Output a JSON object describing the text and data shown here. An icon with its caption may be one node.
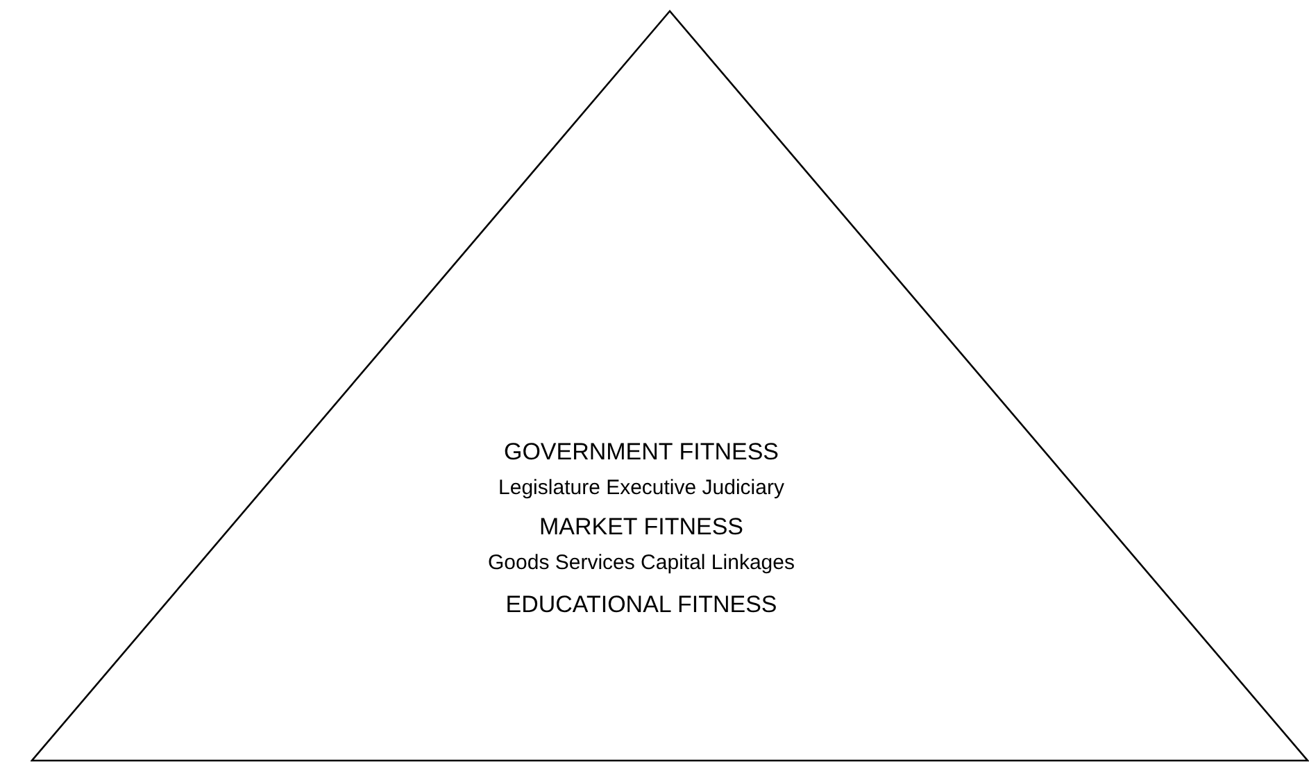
{
  "diagram": {
    "nodes": [
      {
        "text": [
          "GOVERNMENT FITNESS",
          "Legislature Executive Judiciary",
          "MARKET FITNESS",
          "Goods Services Capital Linkages",
          "EDUCATIONAL FITNESS"
        ]
      }
    ]
  }
}
